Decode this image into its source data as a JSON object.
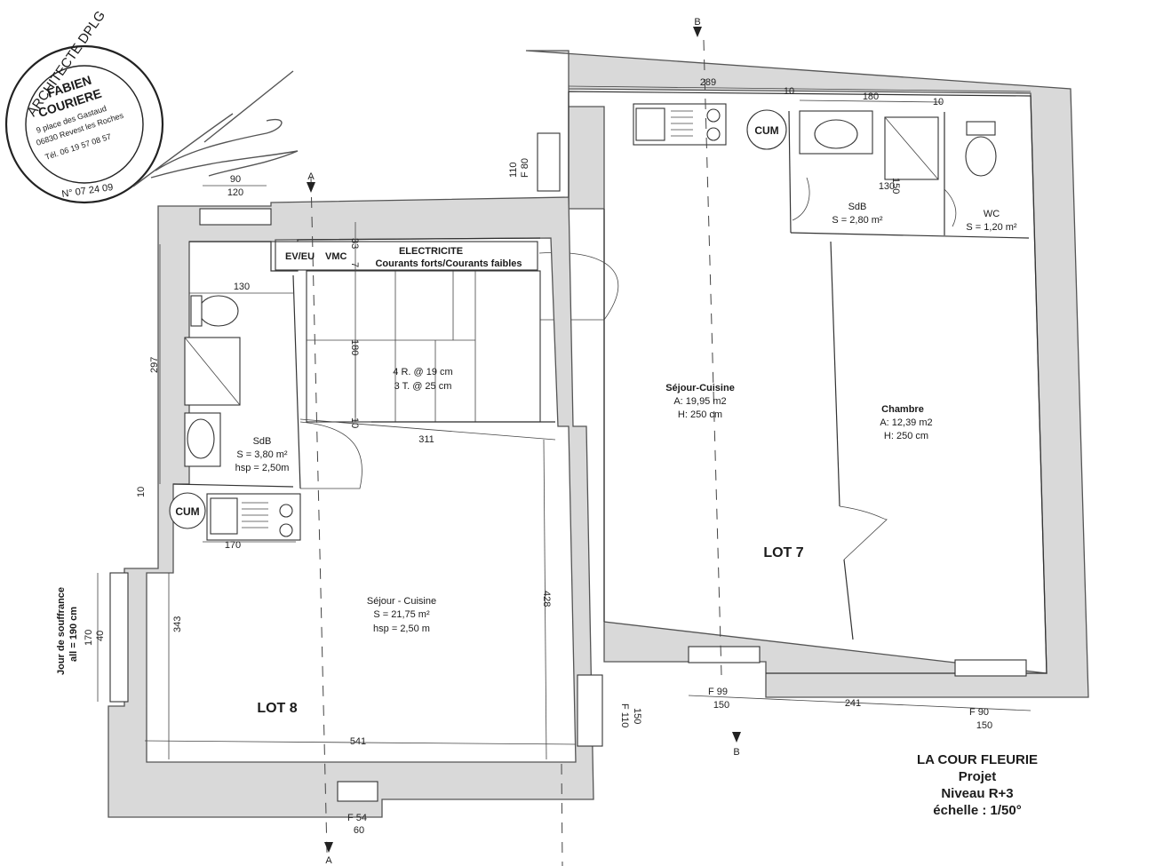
{
  "stamp": {
    "ring_top": "ARCHITECTE DPLG",
    "ring_bottom": "N° 07 24 09",
    "name_line1": "FABIEN",
    "name_line2": "COURIERE",
    "address1": "9 place des Gastaud",
    "address2": "06830 Revest les Roches",
    "phone": "Tél. 06 19 57 08 57"
  },
  "section_marks": {
    "a": "A",
    "b": "B"
  },
  "lot7": {
    "lot_label": "LOT 7",
    "sejour": {
      "name": "Séjour-Cuisine",
      "area": "A: 19,95 m2",
      "height": "H: 250 cm"
    },
    "chambre": {
      "name": "Chambre",
      "area": "A: 12,39 m2",
      "height": "H: 250 cm"
    },
    "sdb": {
      "name": "SdB",
      "area": "S = 2,80 m²"
    },
    "wc": {
      "name": "WC",
      "area": "S = 1,20 m²"
    },
    "cum": "CUM"
  },
  "lot8": {
    "lot_label": "LOT 8",
    "sejour": {
      "name": "Séjour - Cuisine",
      "area": "S = 21,75 m²",
      "height": "hsp = 2,50 m"
    },
    "sdb": {
      "name": "SdB",
      "area": "S = 3,80 m²",
      "height": "hsp = 2,50m"
    },
    "cum": "CUM"
  },
  "common": {
    "evu": "EV/EU",
    "vmc": "VMC",
    "electricite": "ELECTRICITE",
    "courants": "Courants forts/Courants faibles",
    "stair1": "4 R. @ 19 cm",
    "stair2": "3 T. @ 25 cm"
  },
  "jour": {
    "line1": "Jour de souffrance",
    "line2": "all = 190 cm"
  },
  "dimensions": {
    "d289": "289",
    "d10a": "10",
    "d180a": "180",
    "d10b": "10",
    "d90a": "90",
    "d120": "120",
    "d110a": "110",
    "f80": "F 80",
    "d130a": "130",
    "d150a": "150",
    "d130b": "130",
    "d33": "33",
    "d7": "7",
    "d180b": "180",
    "d10c": "10",
    "d311": "311",
    "d297": "297",
    "d10d": "10",
    "d170a": "170",
    "d428": "428",
    "d343": "343",
    "d541": "541",
    "d170b": "170",
    "d40": "40",
    "f110": "F 110",
    "d150b": "150",
    "f99": "F 99",
    "d150c": "150",
    "d241": "241",
    "f90": "F 90",
    "d150d": "150",
    "f54": "F 54",
    "d60": "60"
  },
  "title": {
    "line1": "LA COUR FLEURIE",
    "line2": "Projet",
    "line3": "Niveau R+3",
    "line4": "échelle : 1/50°"
  }
}
